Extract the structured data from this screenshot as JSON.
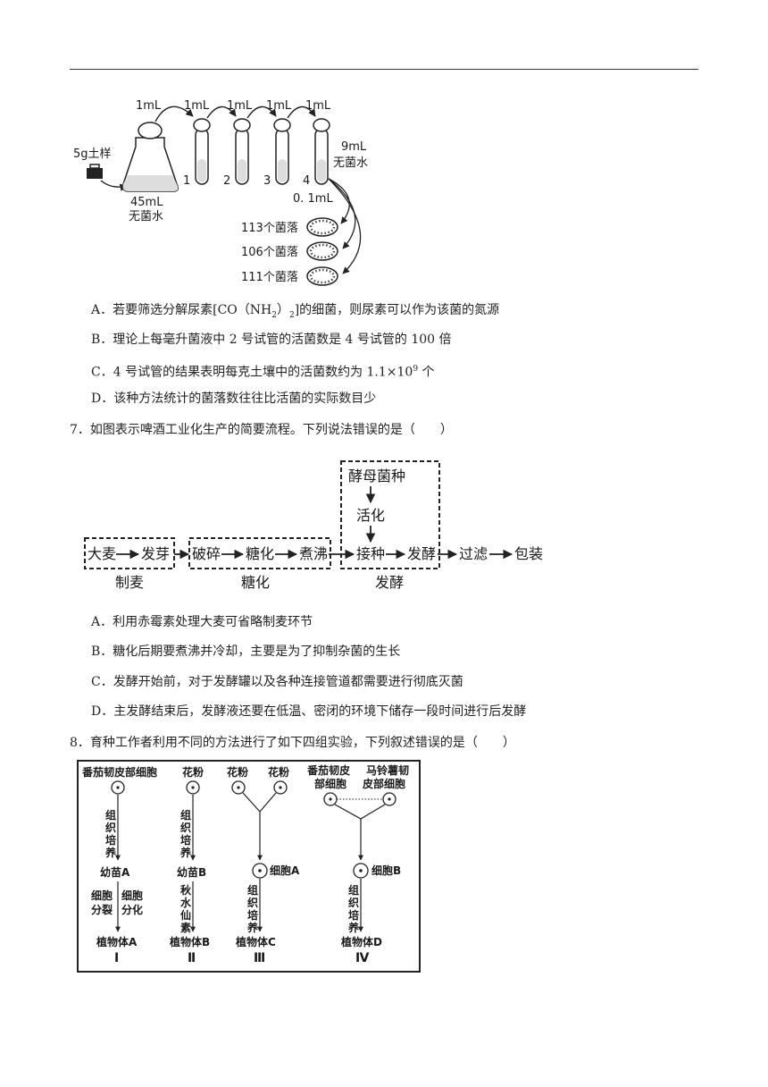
{
  "fig6": {
    "soil_label": "5g土样",
    "flask_volume": "45mL",
    "flask_water": "无菌水",
    "transfer_labels": [
      "1mL",
      "1mL",
      "1mL",
      "1mL",
      "1mL"
    ],
    "tube_numbers": [
      "1",
      "2",
      "3",
      "4"
    ],
    "tube_water_volume": "9mL",
    "tube_water_label": "无菌水",
    "plating_volume": "0. 1mL",
    "colonies": [
      "113个菌落",
      "106个菌落",
      "111个菌落"
    ]
  },
  "q6_options": {
    "A": {
      "pre": "A．若要筛选分解尿素[CO（NH",
      "sub1": "2",
      "mid": "）",
      "sub2": "2",
      "post": "]的细菌，则尿素可以作为该菌的氮源"
    },
    "B": "B．理论上每毫升菌液中 2 号试管的活菌数是 4 号试管的 100 倍",
    "C": {
      "pre": "C．4 号试管的结果表明每克土壤中的活菌数约为 1.1×10",
      "sup": "9",
      "post": " 个"
    },
    "D": "D．该种方法统计的菌落数往往比活菌的实际数目少"
  },
  "q7": {
    "stem": "7．如图表示啤酒工业化生产的简要流程。下列说法错误的是（　　）",
    "flow": {
      "yeast": "酵母菌种",
      "activate": "活化",
      "barley": "大麦",
      "germinate": "发芽",
      "crush": "破碎",
      "saccharify": "糖化",
      "boil": "煮沸",
      "inoculate": "接种",
      "ferment": "发酵",
      "filter": "过滤",
      "package": "包装",
      "group_malting": "制麦",
      "group_saccharify": "糖化",
      "group_ferment": "发酵"
    },
    "options": [
      "A．利用赤霉素处理大麦可省略制麦环节",
      "B．糖化后期要煮沸并冷却，主要是为了抑制杂菌的生长",
      "C．发酵开始前，对于发酵罐以及各种连接管道都需要进行彻底灭菌",
      "D．主发酵结束后，发酵液还要在低温、密闭的环境下储存一段时间进行后发酵"
    ]
  },
  "q8": {
    "stem": "8．育种工作者利用不同的方法进行了如下四组实验，下列叙述错误的是（　　）",
    "fig": {
      "c1_top": "番茄韧皮部细胞",
      "c1_v1": [
        "组",
        "织",
        "培",
        "养"
      ],
      "c1_mid": "幼苗A",
      "c1_left": [
        "细胞",
        "分裂"
      ],
      "c1_right": [
        "细胞",
        "分化"
      ],
      "c1_bottom": "植物体A",
      "c1_num": "Ⅰ",
      "c2_top": "花粉",
      "c2_v1": [
        "组",
        "织",
        "培",
        "养"
      ],
      "c2_mid": "幼苗B",
      "c2_v2": [
        "秋",
        "水",
        "仙",
        "素"
      ],
      "c2_bottom": "植物体B",
      "c2_num": "Ⅱ",
      "c3_top1": "花粉",
      "c3_top2": "花粉",
      "c3_cell": "细胞A",
      "c3_v": [
        "组",
        "织",
        "培",
        "养"
      ],
      "c3_bottom": "植物体C",
      "c3_num": "Ⅲ",
      "c4_top1a": "番茄韧皮",
      "c4_top1b": "部细胞",
      "c4_top2a": "马铃薯韧",
      "c4_top2b": "皮部细胞",
      "c4_cell": "细胞B",
      "c4_v": [
        "组",
        "织",
        "培",
        "养"
      ],
      "c4_bottom": "植物体D",
      "c4_num": "Ⅳ"
    }
  }
}
